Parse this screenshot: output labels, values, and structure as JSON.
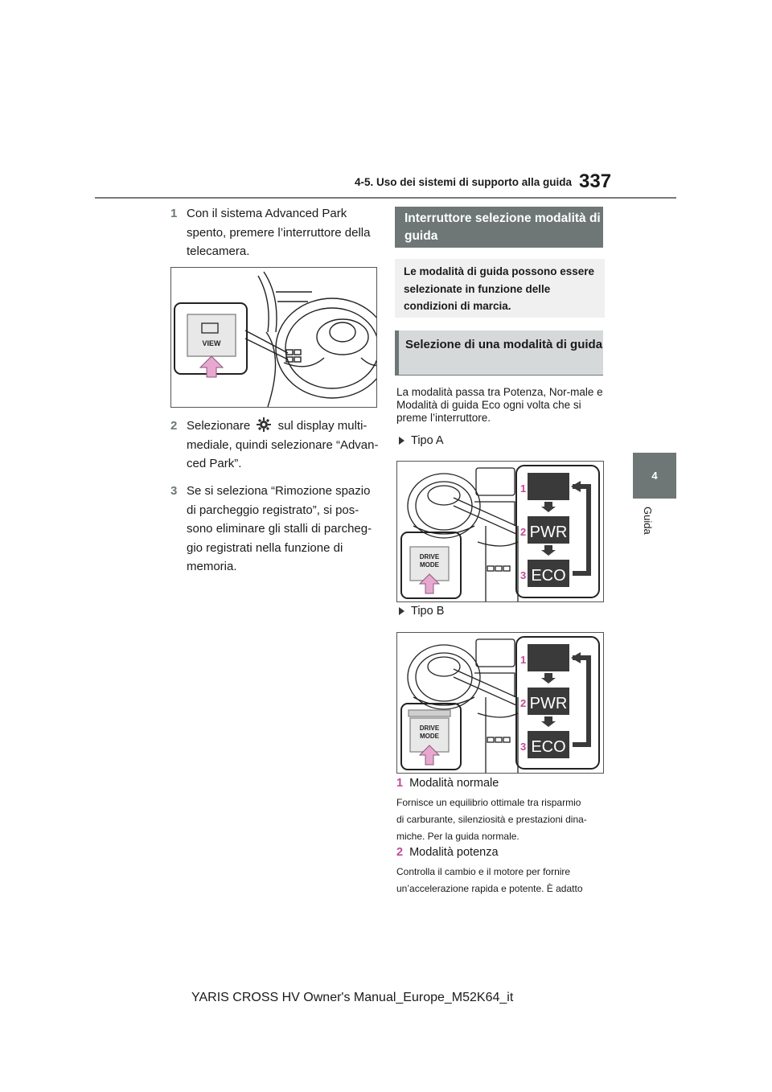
{
  "header": {
    "page_number": "337",
    "section_title": "4-5. Uso dei sistemi di supporto alla guida"
  },
  "side_tab": {
    "chapter_number": "4",
    "chapter_label": "Guida"
  },
  "left_column": {
    "step1": {
      "num": "1",
      "text": "Con il sistema Advanced Park spento, premere l’interruttore della telecamera."
    },
    "figure1": {
      "button_label": "VIEW"
    },
    "step2": {
      "num": "2",
      "text_before_icon": "Selezionare",
      "icon": "gear-icon",
      "text_after_icon": "sul display multi-mediale, quindi selezionare “Advan-ced Park”."
    },
    "step3": {
      "num": "3",
      "text": "Se si seleziona “Rimozione spazio di parcheggio registrato”, si pos-sono eliminare gli stalli di parcheg-gio registrati nella funzione di memoria."
    }
  },
  "right_column": {
    "heading_main": "Interruttore selezione modalità di guida",
    "summary_box": "Le modalità di guida possono essere selezionate in funzione delle condizioni di marcia.",
    "heading_sub": "Selezione di una modalità di guida",
    "intro_text": "La modalità passa tra Potenza, Nor-male e Modalità di guida Eco ogni volta che si preme l’interruttore.",
    "type_a_label": "Tipo A",
    "type_b_label": "Tipo B",
    "figure_labels": {
      "drive_mode_line1": "DRIVE",
      "drive_mode_line2": "MODE",
      "pwr": "PWR",
      "eco": "ECO",
      "n1": "1",
      "n2": "2",
      "n3": "3"
    },
    "item1": {
      "num": "1",
      "title": "Modalità normale",
      "desc_lines": [
        "Fornisce un equilibrio ottimale tra risparmio",
        "di carburante, silenziosità e prestazioni dina-",
        "miche. Per la guida normale."
      ]
    },
    "item2": {
      "num": "2",
      "title": "Modalità potenza",
      "desc_lines": [
        "Controlla il cambio e il motore per fornire",
        "un’accelerazione rapida e potente. È adatto"
      ]
    }
  },
  "footer": {
    "text": "YARIS CROSS HV Owner's Manual_Europe_M52K64_it"
  },
  "colors": {
    "accent_gray": "#6e7676",
    "pink": "#c04a9a",
    "arrow_pink": "#e7a8d0"
  }
}
